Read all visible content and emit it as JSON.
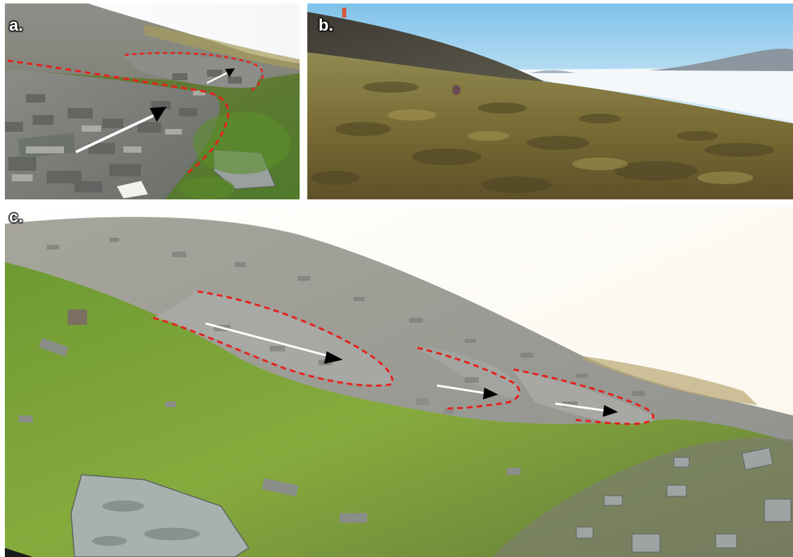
{
  "panels": {
    "a": {
      "label": "a."
    },
    "b": {
      "label": "b."
    },
    "c": {
      "label": "c."
    }
  },
  "colors": {
    "outline": "#e8201c",
    "arrow_shaft": "#ffffff",
    "arrow_head": "#000000",
    "vegetation": "#7e9a3a",
    "moss": "#8fb23a",
    "scree": "#9c9e98",
    "sky": "#cfe6f4",
    "fog": "#f3f8fb"
  }
}
